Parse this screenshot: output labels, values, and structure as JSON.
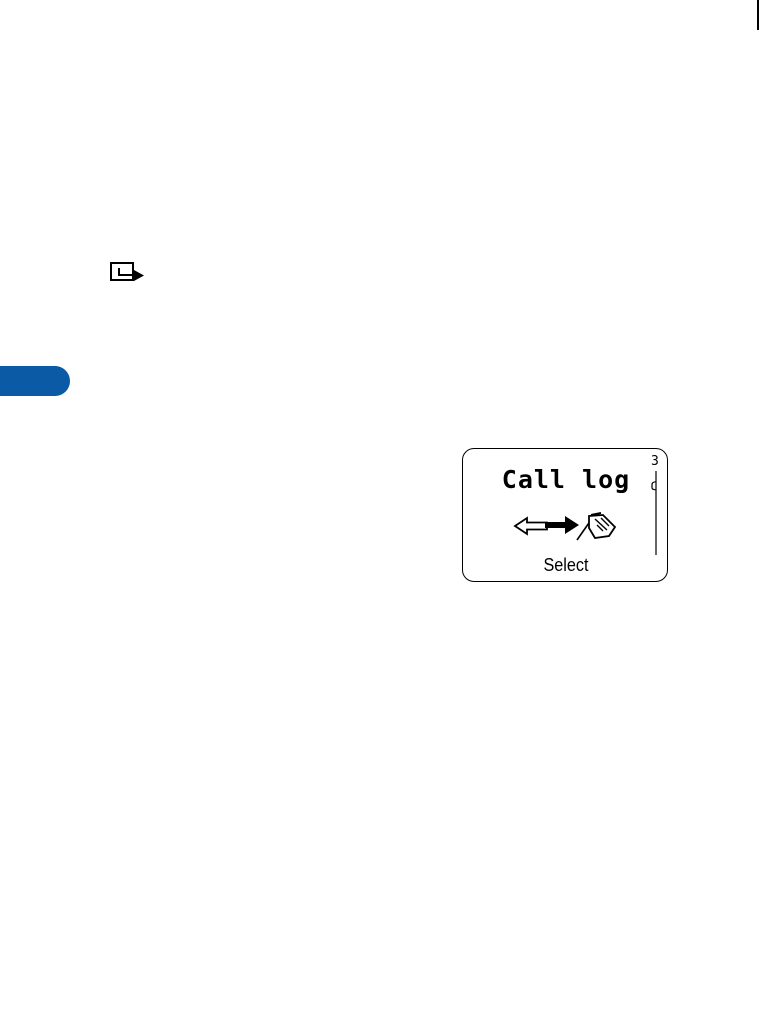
{
  "colors": {
    "tab": "#0a5aa5",
    "ink": "#000000",
    "background": "#ffffff"
  },
  "icons": {
    "note": "note-pointer-icon",
    "menu": "call-log-arrows-phone-icon"
  },
  "phone_screen": {
    "title": "Call log",
    "softkey_label": "Select",
    "menu_number": "3",
    "scroll_position": 0.1
  }
}
